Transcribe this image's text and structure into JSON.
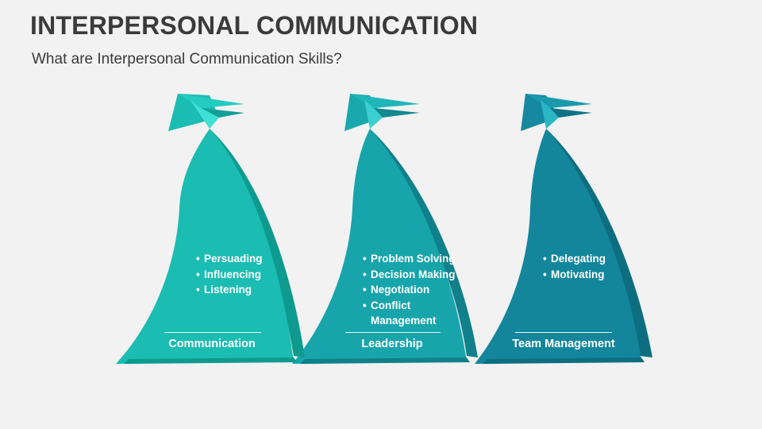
{
  "slide": {
    "title": "INTERPERSONAL COMMUNICATION",
    "subtitle": "What are Interpersonal Communication Skills?"
  },
  "colors": {
    "background": "#f2f2f2",
    "text": "#3a3a3a",
    "sail_1": "#1bbcb1",
    "sail_2": "#17a5ab",
    "sail_3": "#13869c"
  },
  "items": [
    {
      "name": "Communication",
      "bullets": [
        "Persuading",
        "Influencing",
        "Listening"
      ]
    },
    {
      "name": "Leadership",
      "bullets": [
        "Problem Solving",
        "Decision Making",
        "Negotiation",
        "Conflict Management"
      ]
    },
    {
      "name": "Team Management",
      "bullets": [
        "Delegating",
        "Motivating"
      ]
    }
  ]
}
